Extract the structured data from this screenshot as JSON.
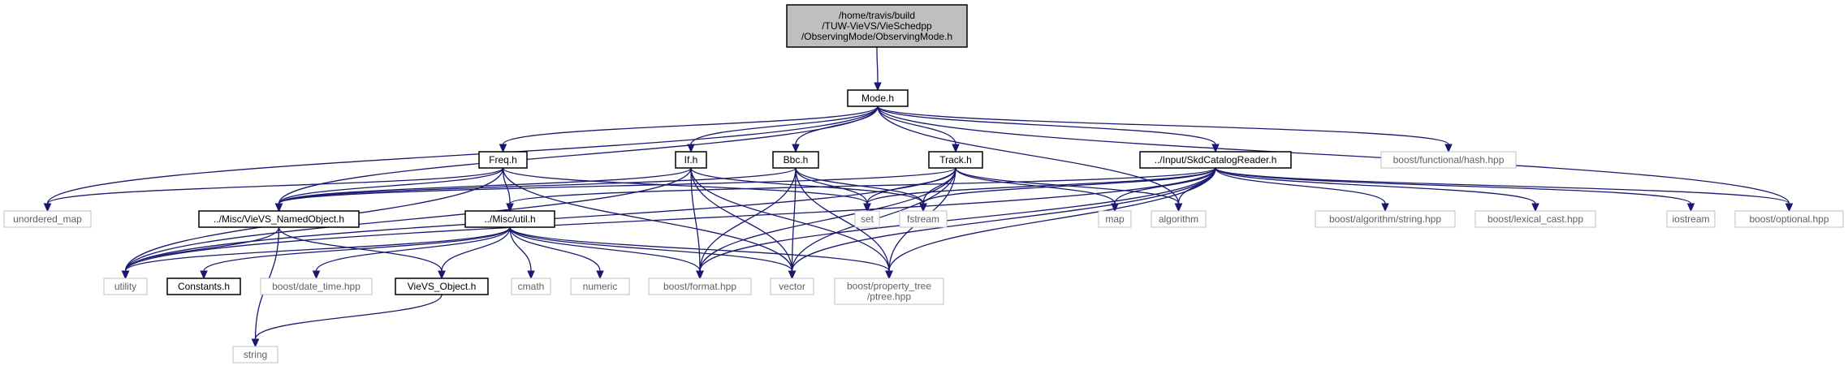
{
  "graph": {
    "nodes": {
      "root": {
        "lines": [
          "/home/travis/build",
          "/TUW-VieVS/VieSchedpp",
          "/ObservingMode/ObservingMode.h"
        ],
        "kind": "root"
      },
      "mode": {
        "lines": [
          "Mode.h"
        ],
        "kind": "doc"
      },
      "freq": {
        "lines": [
          "Freq.h"
        ],
        "kind": "doc"
      },
      "if": {
        "lines": [
          "If.h"
        ],
        "kind": "doc"
      },
      "bbc": {
        "lines": [
          "Bbc.h"
        ],
        "kind": "doc"
      },
      "track": {
        "lines": [
          "Track.h"
        ],
        "kind": "doc"
      },
      "skdcat": {
        "lines": [
          "../Input/SkdCatalogReader.h"
        ],
        "kind": "doc"
      },
      "hash": {
        "lines": [
          "boost/functional/hash.hpp"
        ],
        "kind": "ext"
      },
      "unordered_map": {
        "lines": [
          "unordered_map"
        ],
        "kind": "ext"
      },
      "namedobj": {
        "lines": [
          "../Misc/VieVS_NamedObject.h"
        ],
        "kind": "doc"
      },
      "util": {
        "lines": [
          "../Misc/util.h"
        ],
        "kind": "doc"
      },
      "set": {
        "lines": [
          "set"
        ],
        "kind": "ext"
      },
      "fstream": {
        "lines": [
          "fstream"
        ],
        "kind": "ext"
      },
      "map": {
        "lines": [
          "map"
        ],
        "kind": "ext"
      },
      "algorithm": {
        "lines": [
          "algorithm"
        ],
        "kind": "ext"
      },
      "boost_string": {
        "lines": [
          "boost/algorithm/string.hpp"
        ],
        "kind": "ext"
      },
      "lexical_cast": {
        "lines": [
          "boost/lexical_cast.hpp"
        ],
        "kind": "ext"
      },
      "iostream": {
        "lines": [
          "iostream"
        ],
        "kind": "ext"
      },
      "optional": {
        "lines": [
          "boost/optional.hpp"
        ],
        "kind": "ext"
      },
      "utility": {
        "lines": [
          "utility"
        ],
        "kind": "ext"
      },
      "constants": {
        "lines": [
          "Constants.h"
        ],
        "kind": "doc"
      },
      "date_time": {
        "lines": [
          "boost/date_time.hpp"
        ],
        "kind": "ext"
      },
      "vievs_object": {
        "lines": [
          "VieVS_Object.h"
        ],
        "kind": "doc"
      },
      "cmath": {
        "lines": [
          "cmath"
        ],
        "kind": "ext"
      },
      "numeric": {
        "lines": [
          "numeric"
        ],
        "kind": "ext"
      },
      "format": {
        "lines": [
          "boost/format.hpp"
        ],
        "kind": "ext"
      },
      "vector": {
        "lines": [
          "vector"
        ],
        "kind": "ext"
      },
      "ptree": {
        "lines": [
          "boost/property_tree",
          "/ptree.hpp"
        ],
        "kind": "ext"
      },
      "string": {
        "lines": [
          "string"
        ],
        "kind": "ext"
      }
    },
    "edges": [
      [
        "root",
        "mode"
      ],
      [
        "mode",
        "freq"
      ],
      [
        "mode",
        "if"
      ],
      [
        "mode",
        "bbc"
      ],
      [
        "mode",
        "track"
      ],
      [
        "mode",
        "skdcat"
      ],
      [
        "mode",
        "hash"
      ],
      [
        "mode",
        "unordered_map"
      ],
      [
        "mode",
        "namedobj"
      ],
      [
        "mode",
        "algorithm"
      ],
      [
        "mode",
        "optional"
      ],
      [
        "freq",
        "unordered_map"
      ],
      [
        "freq",
        "namedobj"
      ],
      [
        "freq",
        "util"
      ],
      [
        "freq",
        "set"
      ],
      [
        "freq",
        "vector"
      ],
      [
        "freq",
        "utility"
      ],
      [
        "if",
        "namedobj"
      ],
      [
        "if",
        "fstream"
      ],
      [
        "if",
        "format"
      ],
      [
        "if",
        "vector"
      ],
      [
        "if",
        "ptree"
      ],
      [
        "if",
        "utility"
      ],
      [
        "bbc",
        "namedobj"
      ],
      [
        "bbc",
        "set"
      ],
      [
        "bbc",
        "fstream"
      ],
      [
        "bbc",
        "format"
      ],
      [
        "bbc",
        "vector"
      ],
      [
        "bbc",
        "ptree"
      ],
      [
        "track",
        "namedobj"
      ],
      [
        "track",
        "set"
      ],
      [
        "track",
        "fstream"
      ],
      [
        "track",
        "map"
      ],
      [
        "track",
        "algorithm"
      ],
      [
        "track",
        "format"
      ],
      [
        "track",
        "vector"
      ],
      [
        "track",
        "ptree"
      ],
      [
        "track",
        "utility"
      ],
      [
        "skdcat",
        "util"
      ],
      [
        "skdcat",
        "set"
      ],
      [
        "skdcat",
        "fstream"
      ],
      [
        "skdcat",
        "map"
      ],
      [
        "skdcat",
        "algorithm"
      ],
      [
        "skdcat",
        "boost_string"
      ],
      [
        "skdcat",
        "lexical_cast"
      ],
      [
        "skdcat",
        "iostream"
      ],
      [
        "skdcat",
        "optional"
      ],
      [
        "skdcat",
        "format"
      ],
      [
        "skdcat",
        "vector"
      ],
      [
        "skdcat",
        "ptree"
      ],
      [
        "skdcat",
        "utility"
      ],
      [
        "namedobj",
        "vievs_object"
      ],
      [
        "namedobj",
        "utility"
      ],
      [
        "namedobj",
        "string"
      ],
      [
        "util",
        "constants"
      ],
      [
        "util",
        "date_time"
      ],
      [
        "util",
        "vievs_object"
      ],
      [
        "util",
        "cmath"
      ],
      [
        "util",
        "numeric"
      ],
      [
        "util",
        "format"
      ],
      [
        "util",
        "vector"
      ],
      [
        "util",
        "ptree"
      ],
      [
        "util",
        "utility"
      ],
      [
        "vievs_object",
        "string"
      ]
    ]
  }
}
